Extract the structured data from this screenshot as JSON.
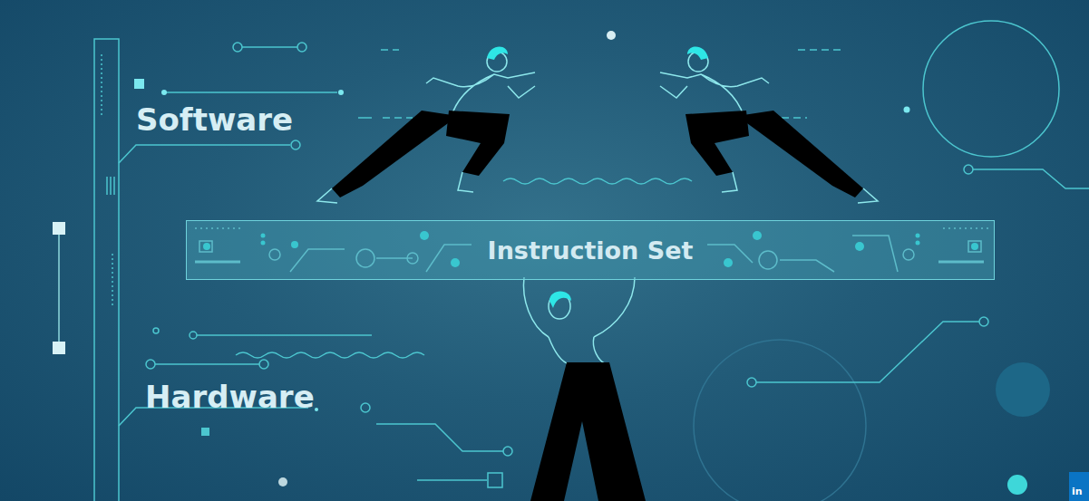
{
  "diagram": {
    "nodes": [
      {
        "text": [
          "Instruction Set"
        ]
      }
    ],
    "labels": [
      "Software",
      "Hardware",
      "in"
    ]
  }
}
